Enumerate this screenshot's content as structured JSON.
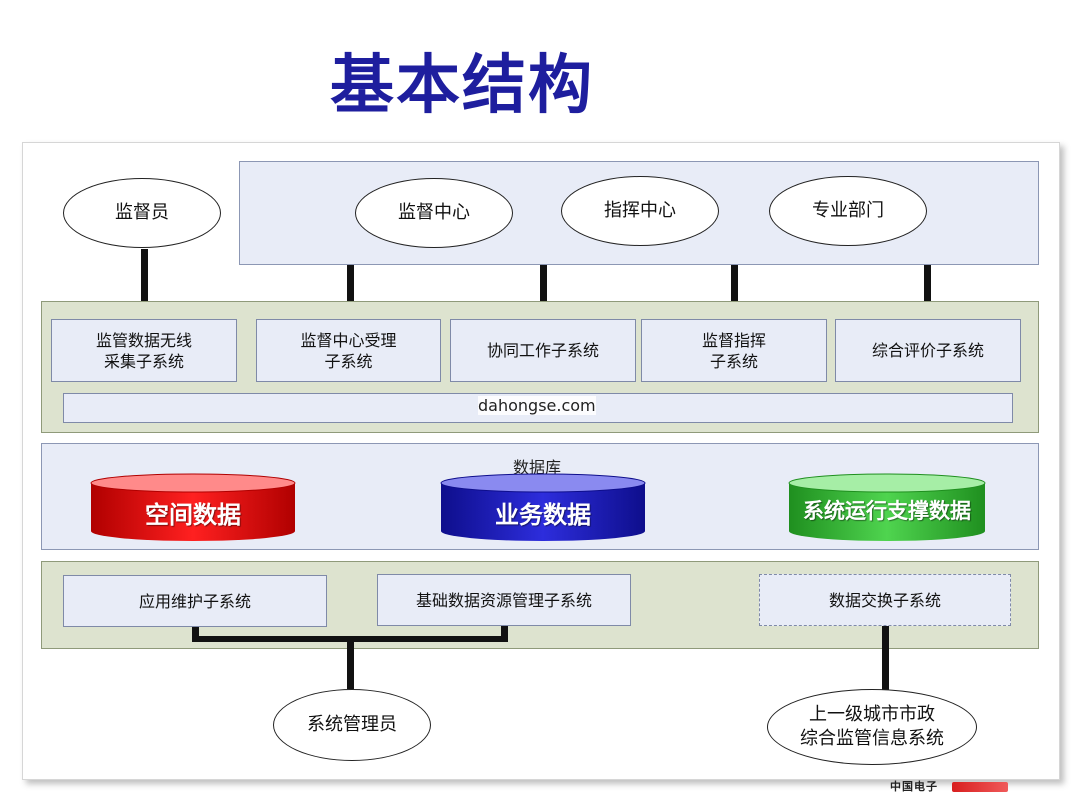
{
  "title": "基本结构",
  "top_roles": {
    "supervisor": "监督员",
    "center_1": "监督中心",
    "center_2": "指挥中心",
    "center_3": "专业部门"
  },
  "subsystems": {
    "s1": "监管数据无线\n采集子系统",
    "s2": "监督中心受理\n子系统",
    "s3": "协同工作子系统",
    "s4": "监督指挥\n子系统",
    "s5": "综合评价子系统"
  },
  "middle_bar_text": "dahongse.com",
  "database": {
    "label": "数据库",
    "items": [
      "空间数据",
      "业务数据",
      "系统运行支撑数据"
    ],
    "colors": [
      "#e00000",
      "#1a1ab8",
      "#2fb52f"
    ]
  },
  "bottom": {
    "m1": "应用维护子系统",
    "m2": "基础数据资源管理子系统",
    "m3": "数据交换子系统"
  },
  "bottom_roles": {
    "admin": "系统管理员",
    "upper": "上一级城市市政\n综合监管信息系统"
  },
  "logo_text": "中国电子"
}
